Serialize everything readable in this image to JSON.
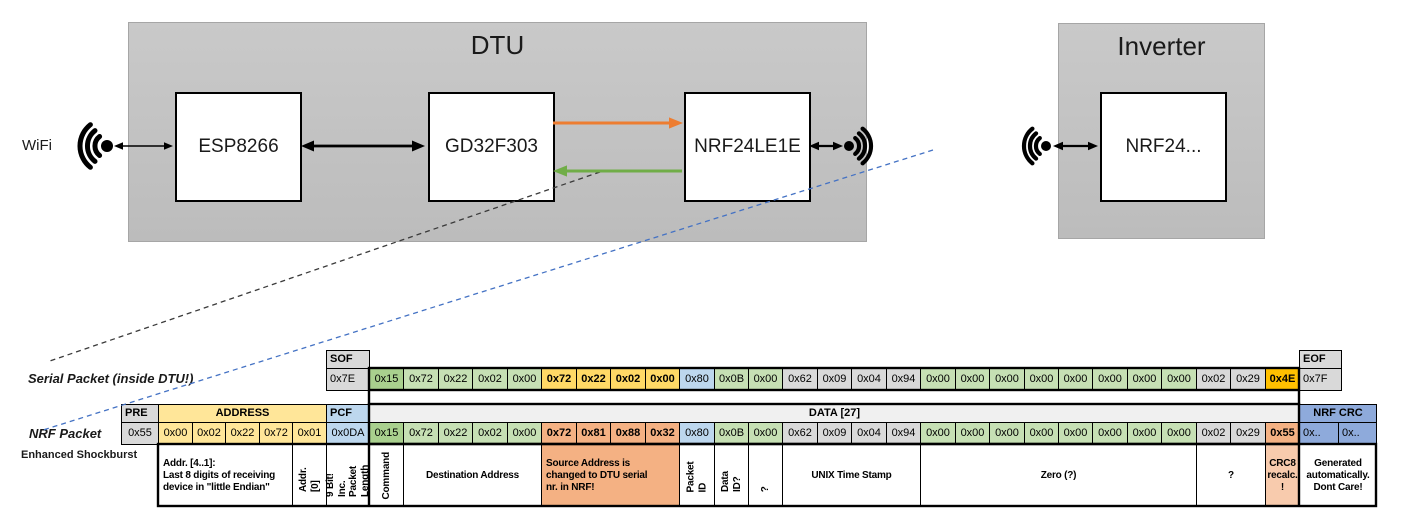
{
  "diagram": {
    "wifi_label": "WiFi",
    "dtu": {
      "title": "DTU",
      "components": [
        "ESP8266",
        "GD32F303",
        "NRF24LE1E"
      ]
    },
    "inverter": {
      "title": "Inverter",
      "component": "NRF24..."
    }
  },
  "colors": {
    "green": "#C6E0B4",
    "green_med": "#A9D08E",
    "yellow": "#FFE699",
    "yellow_bold": "#FFD966",
    "amber": "#FFC000",
    "blue": "#BDD7EE",
    "crc_blue": "#8EAADB",
    "gray": "#D9D9D9",
    "data_header": "#F0F0F0",
    "salmon": "#F4B183",
    "salmon_light": "#F8CBAD",
    "white": "#FFFFFF",
    "orange_arrow": "#ED7D31",
    "green_arrow": "#70AD47",
    "dashed_blue": "#4472C4"
  },
  "serial_packet": {
    "label": "Serial Packet (inside DTU!)",
    "sof": {
      "header": "SOF",
      "value": "0x7E"
    },
    "eof": {
      "header": "EOF",
      "value": "0x7F"
    },
    "bytes": [
      {
        "v": "0x15",
        "c": "green_med"
      },
      {
        "v": "0x72",
        "c": "green"
      },
      {
        "v": "0x22",
        "c": "green"
      },
      {
        "v": "0x02",
        "c": "green"
      },
      {
        "v": "0x00",
        "c": "green"
      },
      {
        "v": "0x72",
        "c": "yellow_bold",
        "bold": true
      },
      {
        "v": "0x22",
        "c": "yellow_bold",
        "bold": true
      },
      {
        "v": "0x02",
        "c": "yellow_bold",
        "bold": true
      },
      {
        "v": "0x00",
        "c": "yellow_bold",
        "bold": true
      },
      {
        "v": "0x80",
        "c": "blue"
      },
      {
        "v": "0x0B",
        "c": "green"
      },
      {
        "v": "0x00",
        "c": "green"
      },
      {
        "v": "0x62",
        "c": "gray"
      },
      {
        "v": "0x09",
        "c": "gray"
      },
      {
        "v": "0x04",
        "c": "gray"
      },
      {
        "v": "0x94",
        "c": "gray"
      },
      {
        "v": "0x00",
        "c": "green"
      },
      {
        "v": "0x00",
        "c": "green"
      },
      {
        "v": "0x00",
        "c": "green"
      },
      {
        "v": "0x00",
        "c": "green"
      },
      {
        "v": "0x00",
        "c": "green"
      },
      {
        "v": "0x00",
        "c": "green"
      },
      {
        "v": "0x00",
        "c": "green"
      },
      {
        "v": "0x00",
        "c": "green"
      },
      {
        "v": "0x02",
        "c": "gray"
      },
      {
        "v": "0x29",
        "c": "gray"
      },
      {
        "v": "0x4E",
        "c": "amber",
        "bold": true
      }
    ]
  },
  "nrf_packet": {
    "label": "NRF Packet",
    "sublabel": "Enhanced Shockburst",
    "headers": [
      {
        "t": "PRE",
        "c": "gray",
        "start": 0,
        "span": 1,
        "align": "left"
      },
      {
        "t": "ADDRESS",
        "c": "yellow",
        "start": 1,
        "span": 5
      },
      {
        "t": "PCF",
        "c": "blue",
        "start": 6,
        "span": 1,
        "align": "left"
      },
      {
        "t": "DATA [27]",
        "c": "data_header",
        "start": 7,
        "span": 27
      },
      {
        "t": "NRF CRC",
        "c": "crc_blue",
        "start": 34,
        "span": 2
      }
    ],
    "bytes": [
      {
        "v": "0x55",
        "c": "gray"
      },
      {
        "v": "0x00",
        "c": "yellow"
      },
      {
        "v": "0x02",
        "c": "yellow"
      },
      {
        "v": "0x22",
        "c": "yellow"
      },
      {
        "v": "0x72",
        "c": "yellow"
      },
      {
        "v": "0x01",
        "c": "yellow"
      },
      {
        "v": "0x0DA",
        "c": "blue"
      },
      {
        "v": "0x15",
        "c": "green_med"
      },
      {
        "v": "0x72",
        "c": "green"
      },
      {
        "v": "0x22",
        "c": "green"
      },
      {
        "v": "0x02",
        "c": "green"
      },
      {
        "v": "0x00",
        "c": "green"
      },
      {
        "v": "0x72",
        "c": "salmon",
        "bold": true
      },
      {
        "v": "0x81",
        "c": "salmon",
        "bold": true
      },
      {
        "v": "0x88",
        "c": "salmon",
        "bold": true
      },
      {
        "v": "0x32",
        "c": "salmon",
        "bold": true
      },
      {
        "v": "0x80",
        "c": "blue"
      },
      {
        "v": "0x0B",
        "c": "green"
      },
      {
        "v": "0x00",
        "c": "green"
      },
      {
        "v": "0x62",
        "c": "gray"
      },
      {
        "v": "0x09",
        "c": "gray"
      },
      {
        "v": "0x04",
        "c": "gray"
      },
      {
        "v": "0x94",
        "c": "gray"
      },
      {
        "v": "0x00",
        "c": "green"
      },
      {
        "v": "0x00",
        "c": "green"
      },
      {
        "v": "0x00",
        "c": "green"
      },
      {
        "v": "0x00",
        "c": "green"
      },
      {
        "v": "0x00",
        "c": "green"
      },
      {
        "v": "0x00",
        "c": "green"
      },
      {
        "v": "0x00",
        "c": "green"
      },
      {
        "v": "0x00",
        "c": "green"
      },
      {
        "v": "0x02",
        "c": "gray"
      },
      {
        "v": "0x29",
        "c": "gray"
      },
      {
        "v": "0x55",
        "c": "salmon",
        "bold": true
      },
      {
        "v": "0x..",
        "c": "crc_blue",
        "align": "left"
      },
      {
        "v": "0x..",
        "c": "crc_blue",
        "align": "left"
      }
    ]
  },
  "annotations": [
    {
      "text": "Addr. [4..1]:\nLast 8 digits of receiving\ndevice in \"little Endian\"",
      "start": 1,
      "span": 4,
      "align": "left"
    },
    {
      "text": "Addr.[0]",
      "start": 5,
      "span": 1,
      "rot": true
    },
    {
      "text": "9 Bit!\nInc. Packet\nLength",
      "start": 6,
      "span": 1,
      "rot": true
    },
    {
      "text": "Command",
      "start": 7,
      "span": 1,
      "rot": true
    },
    {
      "text": "Destination Address",
      "start": 8,
      "span": 4
    },
    {
      "text": "Source Address is\nchanged to DTU serial\nnr. in NRF!",
      "start": 12,
      "span": 4,
      "bg": "salmon",
      "align": "left"
    },
    {
      "text": "Packet ID",
      "start": 16,
      "span": 1,
      "rot": true
    },
    {
      "text": "Data ID?",
      "start": 17,
      "span": 1,
      "rot": true
    },
    {
      "text": "?",
      "start": 18,
      "span": 1,
      "rot": true
    },
    {
      "text": "UNIX Time Stamp",
      "start": 19,
      "span": 4
    },
    {
      "text": "Zero (?)",
      "start": 23,
      "span": 8
    },
    {
      "text": "?",
      "start": 31,
      "span": 2
    },
    {
      "text": "CRC8\nrecalc.\n!",
      "start": 33,
      "span": 1,
      "bg": "salmon_light"
    },
    {
      "text": "Generated\nautomatically.\nDont Care!",
      "start": 34,
      "span": 2
    }
  ]
}
